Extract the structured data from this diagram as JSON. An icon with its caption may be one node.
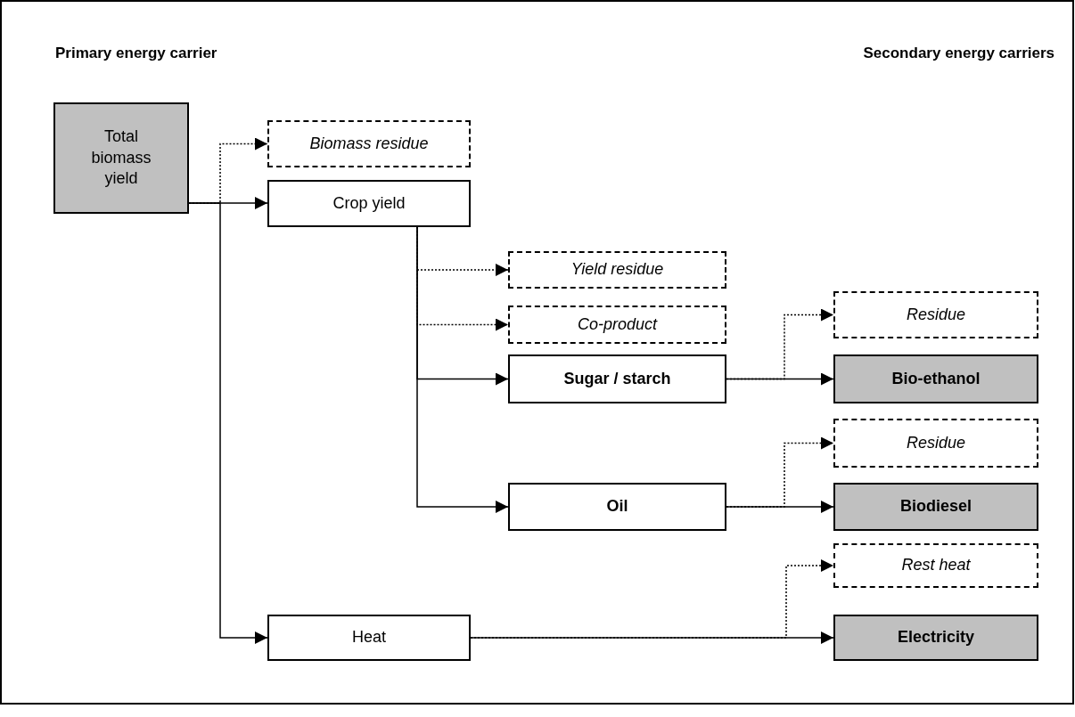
{
  "diagram": {
    "nodes": [
      {
        "text": [
          "Total biomass yield"
        ]
      },
      {
        "text": [
          "Biomass residue"
        ]
      },
      {
        "text": [
          "Crop yield"
        ]
      },
      {
        "text": [
          "Yield residue"
        ]
      },
      {
        "text": [
          "Co-product"
        ]
      },
      {
        "text": [
          "Sugar / starch"
        ]
      },
      {
        "text": [
          "Residue"
        ]
      },
      {
        "text": [
          "Bio-ethanol"
        ]
      },
      {
        "text": [
          "Oil"
        ]
      },
      {
        "text": [
          "Residue"
        ]
      },
      {
        "text": [
          "Biodiesel"
        ]
      },
      {
        "text": [
          "Heat"
        ]
      },
      {
        "text": [
          "Rest heat"
        ]
      },
      {
        "text": [
          "Electricity"
        ]
      }
    ],
    "edges": [
      {
        "from": 0,
        "to": 1,
        "arrow": "to",
        "style": "dashed"
      },
      {
        "from": 0,
        "to": 2,
        "arrow": "to"
      },
      {
        "from": 2,
        "to": 3,
        "arrow": "to",
        "style": "dashed"
      },
      {
        "from": 2,
        "to": 4,
        "arrow": "to",
        "style": "dashed"
      },
      {
        "from": 2,
        "to": 5,
        "arrow": "to"
      },
      {
        "from": 2,
        "to": 8,
        "arrow": "to"
      },
      {
        "from": 5,
        "to": 6,
        "arrow": "to",
        "style": "dashed"
      },
      {
        "from": 5,
        "to": 7,
        "arrow": "to"
      },
      {
        "from": 8,
        "to": 9,
        "arrow": "to",
        "style": "dashed"
      },
      {
        "from": 8,
        "to": 10,
        "arrow": "to"
      },
      {
        "from": 0,
        "to": 11,
        "arrow": "to"
      },
      {
        "from": 11,
        "to": 12,
        "arrow": "to",
        "style": "dashed"
      },
      {
        "from": 11,
        "to": 13,
        "arrow": "to"
      }
    ],
    "labels": [
      "Primary energy carrier",
      "Secondary energy carriers"
    ]
  }
}
